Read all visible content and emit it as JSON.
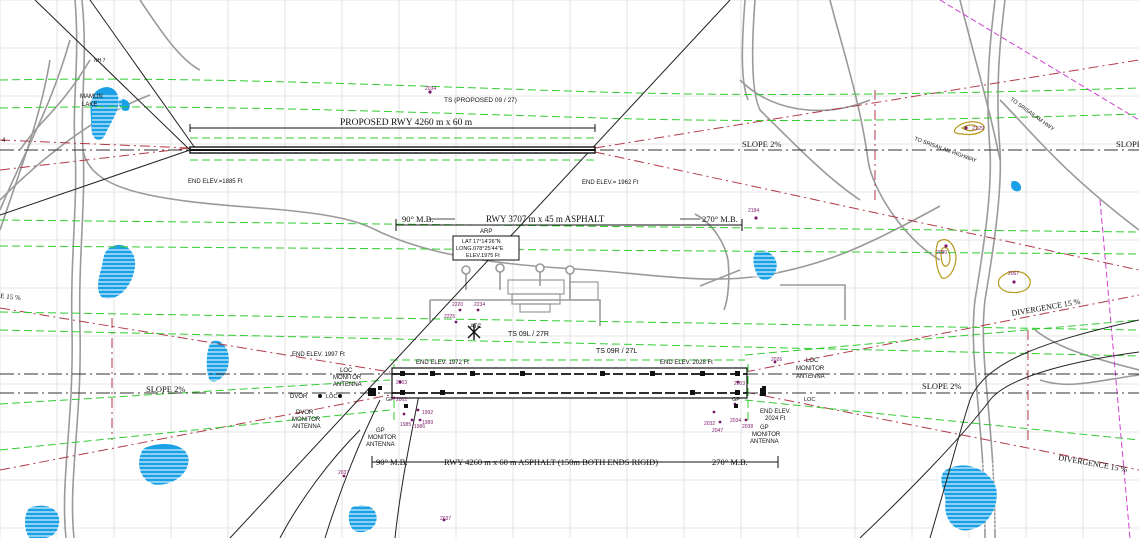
{
  "colors": {
    "background": "#ffffff",
    "grid": "#dcdcdc",
    "road": "#9a9a9a",
    "green_dash": "#33cc33",
    "red_dash": "#b23a48",
    "magenta_dash": "#d040d0",
    "water": "#1aa0e6",
    "contour": "#b59a1e",
    "runway": "#111111",
    "point": "#7a1a6a"
  },
  "labels": {
    "nh7": "NH 7",
    "lake_1": "MAMUN",
    "lake_2": "LAKE",
    "proposed_rwy": "PROPOSED RWY 4260 m x 60 m",
    "ts_proposed": "TS (PROPOSED 09 / 27)",
    "slope_top": "SLOPE 2%",
    "slope_top_right": "SLOPE",
    "end_elev_1885": "END ELEV.=1885 Ft",
    "end_elev_1962": "END ELEV.= 1962 Ft",
    "srisailam_hwy": "TO SRISAILAM HWY",
    "srisailam_highway": "TO SRISAILAM HIGHWAY",
    "mb_90_mid": "90° M.B.",
    "rwy_3707": "RWY 3707 m x 45 m ASPHALT",
    "mb_270_mid": "270° M.B.",
    "arp": "ARP",
    "lat": "LAT 17°14'26\"N",
    "long": "LONG.078°25'44\"E",
    "elev": "ELEV.1975 Ft",
    "ts_09l": "TS 09L / 27R",
    "ts_09r": "TS 09R / 27L",
    "atc": "ATC",
    "end_elev_1997": "END ELEV. 1997 Ft",
    "end_elev_1972": "END ELEV. 1972 Ft",
    "end_elev_2028": "END ELEV. 2028 Ft",
    "end_elev_2024_1": "END ELEV.",
    "end_elev_2024_2": "2024 Ft",
    "loc_monitor_left_1": "LOC",
    "loc_monitor_left_2": "MONITOR",
    "loc_monitor_left_3": "ANTENNA",
    "loc_monitor_right_1": "LOC",
    "loc_monitor_right_2": "MONITOR",
    "loc_monitor_right_3": "ANTENNA",
    "slope_left": "SLOPE 2%",
    "slope_right": "SLOPE 2%",
    "dvor": "DVOR",
    "loc_left": "LOC",
    "loc_right": "LOC",
    "dvor_monitor_1": "DVOR",
    "dvor_monitor_2": "MONITOR",
    "dvor_monitor_3": "ANTENNA",
    "gp_left": "GP",
    "gp_right": "GP",
    "gp_monitor_left_1": "GP",
    "gp_monitor_left_2": "MONITOR",
    "gp_monitor_left_3": "ANTENNA",
    "gp_monitor_right_1": "GP",
    "gp_monitor_right_2": "MONITOR",
    "gp_monitor_right_3": "ANTENNA",
    "mb_90_bottom": "90° M.B.",
    "rwy_4260_asphalt": "RWY 4260 m x 60 m ASPHALT (150m BOTH ENDS RIGID)",
    "mb_270_bottom": "270° M.B.",
    "divergence_right_top": "DIVERGENCE 15 %",
    "divergence_right_bottom": "DIVERGENCE 15 %",
    "divergence_left": "E 15 %",
    "left_edge_label": "4"
  },
  "points": {
    "p2034": "2034",
    "p2129": "2129",
    "p2184": "2184",
    "p2080": "2080",
    "p2067": "2067",
    "p2220": "2220",
    "p2234": "2234",
    "p2225": "2225",
    "p2026": "2026",
    "p2003": "2003",
    "p2003b": "2003",
    "p2002": "2002",
    "p1992": "1992",
    "p1985": "1985",
    "p1986": "1986",
    "p1989": "1989",
    "p2032": "2032",
    "p2047": "2047",
    "p2034b": "2034",
    "p2038": "2038",
    "p2037": "2037",
    "p2037b": "2037"
  }
}
